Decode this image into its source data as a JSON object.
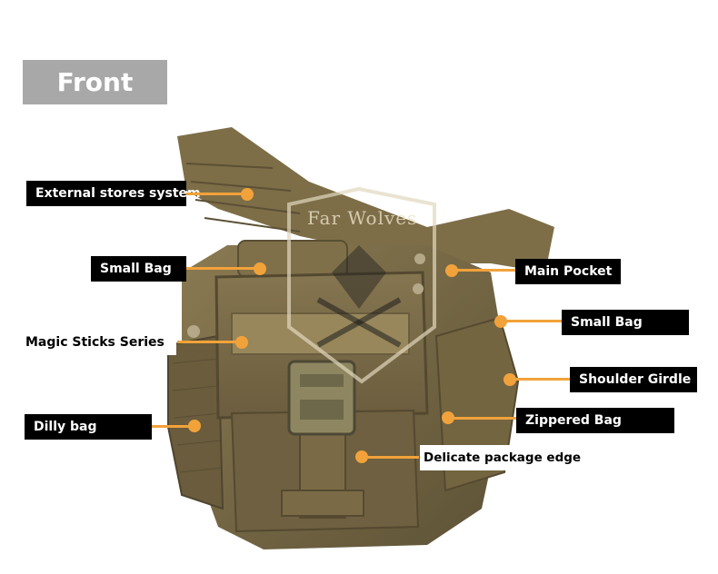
{
  "title": "Front View",
  "watermark": "Far Wolves",
  "labels": {
    "external_stores": "External stores system",
    "small_bag_left": "Small Bag",
    "magic_sticks": "Magic Sticks Series",
    "dilly_bag": "Dilly bag",
    "main_pocket": "Main Pocket",
    "small_bag_right": "Small Bag",
    "shoulder_girdle": "Shoulder Girdle",
    "zippered_bag": "Zippered Bag",
    "package_edge": "Delicate package edge"
  },
  "colors": {
    "accent": "#f2a23a",
    "label_bg": "#000000",
    "title_bg": "#a8a8a8",
    "bag": "#7a6a45"
  }
}
